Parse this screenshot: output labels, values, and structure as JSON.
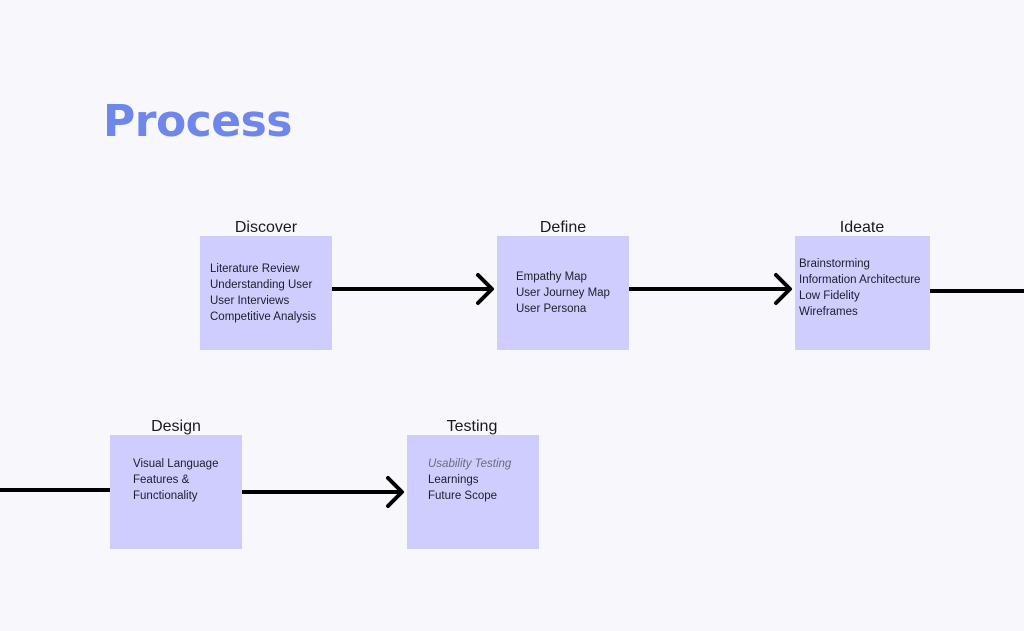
{
  "title": "Process",
  "stages": [
    {
      "label": "Discover",
      "items": [
        "Literature Review",
        "Understanding User",
        "User Interviews",
        "Competitive Analysis"
      ]
    },
    {
      "label": "Define",
      "items": [
        "Empathy Map",
        "User Journey Map",
        "User Persona"
      ]
    },
    {
      "label": "Ideate",
      "items": [
        "Brainstorming",
        "Information Architecture",
        "Low Fidelity",
        "Wireframes"
      ]
    },
    {
      "label": "Design",
      "items": [
        "Visual Language",
        "Features &",
        "Functionality"
      ]
    },
    {
      "label": "Testing",
      "items": [
        "Usability Testing",
        "Learnings",
        "Future Scope"
      ]
    }
  ],
  "colors": {
    "background": "#f8f7fc",
    "title": "#6f86ea",
    "box": "#cfcdfd",
    "arrow": "#000000"
  }
}
